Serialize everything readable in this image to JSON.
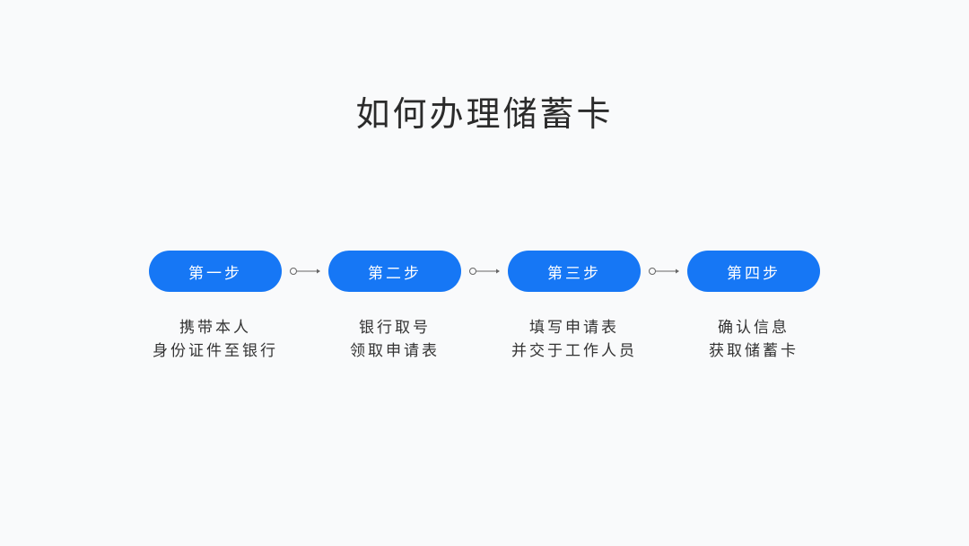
{
  "title": "如何办理储蓄卡",
  "accent_color": "#1677f5",
  "steps": [
    {
      "label": "第一步",
      "lines": [
        "携带本人",
        "身份证件至银行"
      ]
    },
    {
      "label": "第二步",
      "lines": [
        "银行取号",
        "领取申请表"
      ]
    },
    {
      "label": "第三步",
      "lines": [
        "填写申请表",
        "并交于工作人员"
      ]
    },
    {
      "label": "第四步",
      "lines": [
        "确认信息",
        "获取储蓄卡"
      ]
    }
  ]
}
